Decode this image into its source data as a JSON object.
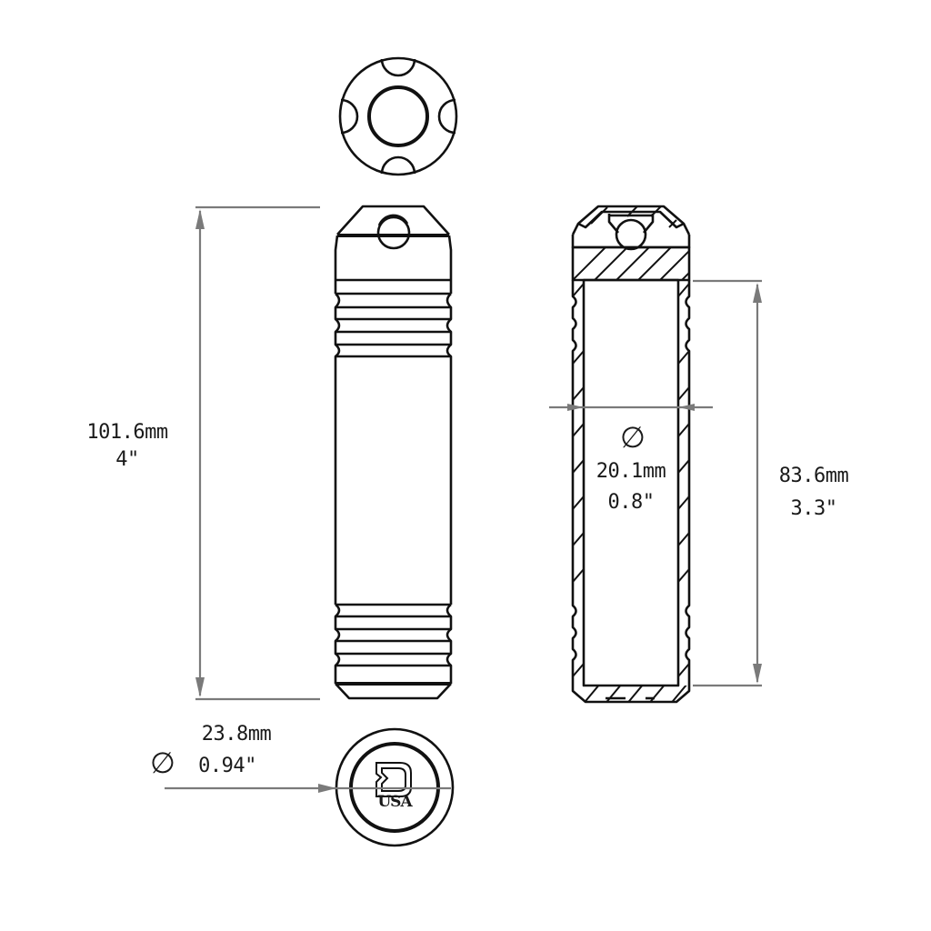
{
  "drawing": {
    "views": [
      "top-view",
      "side-view",
      "section-view",
      "bottom-view"
    ],
    "dimensions": {
      "overall_length": {
        "mm": "101.6mm",
        "inch": "4\""
      },
      "inner_length": {
        "mm": "83.6mm",
        "inch": "3.3\""
      },
      "inner_diameter": {
        "symbol": "∅",
        "mm": "20.1mm",
        "inch": "0.8\""
      },
      "outer_diameter": {
        "symbol": "∅",
        "mm": "23.8mm",
        "inch": "0.94\""
      }
    },
    "logo": {
      "letter": "D",
      "text": "USA"
    },
    "colors": {
      "line": "#111111",
      "dimension": "#7a7a7a",
      "background": "#ffffff"
    }
  }
}
